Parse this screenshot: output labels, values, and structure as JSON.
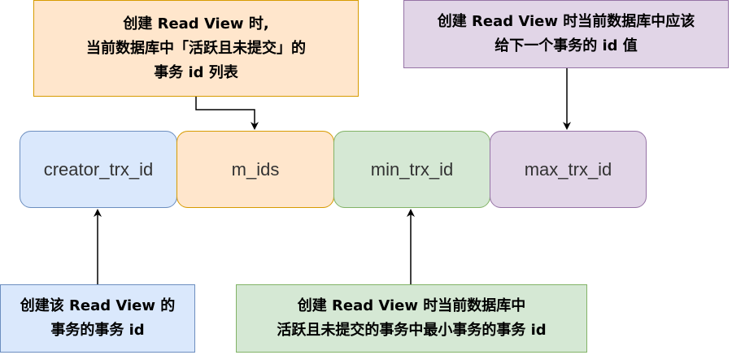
{
  "fields": [
    {
      "label": "creator_trx_id"
    },
    {
      "label": "m_ids"
    },
    {
      "label": "min_trx_id"
    },
    {
      "label": "max_trx_id"
    }
  ],
  "notes": {
    "m_ids": {
      "lines": [
        "创建 Read View 时,",
        "当前数据库中「活跃且未提交」的",
        "事务 id 列表"
      ]
    },
    "max_trx_id": {
      "lines": [
        "创建 Read View 时当前数据库中应该",
        "给下一个事务的 id 值"
      ]
    },
    "creator_trx_id": {
      "lines": [
        "创建该 Read View 的",
        "事务的事务 id"
      ]
    },
    "min_trx_id": {
      "lines": [
        "创建 Read View 时当前数据库中",
        "活跃且未提交的事务中最小事务的事务 id"
      ]
    }
  },
  "colors": {
    "blue_fill": "#dae8fc",
    "blue_stroke": "#6c8ebf",
    "orange_fill": "#ffe6cc",
    "orange_stroke": "#d79b00",
    "green_fill": "#d5e8d4",
    "green_stroke": "#82b366",
    "purple_fill": "#e1d5e7",
    "purple_stroke": "#9673a6",
    "connector": "#000000"
  }
}
